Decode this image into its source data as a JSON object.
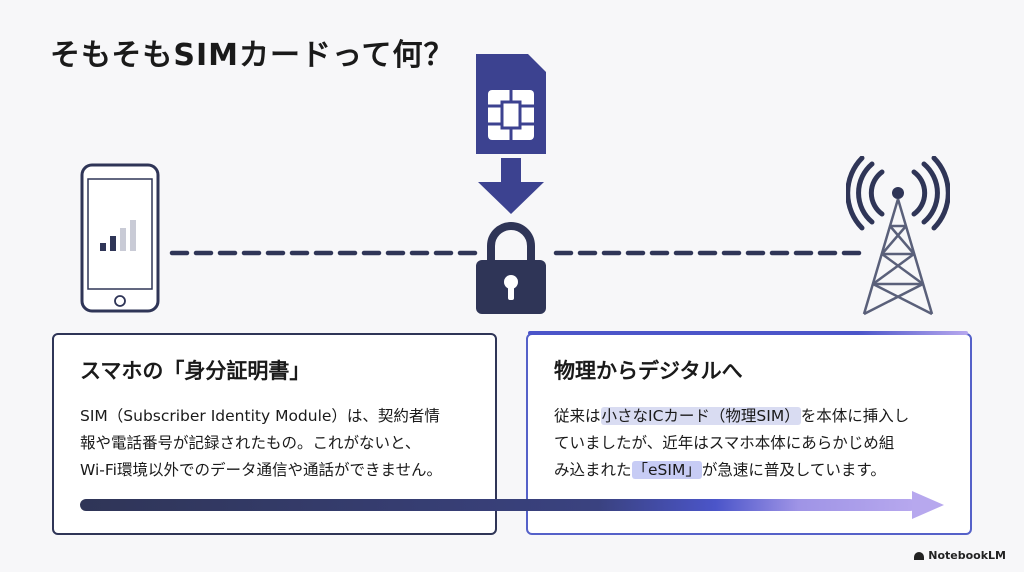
{
  "title": "そもそもSIMカードって何？",
  "left_card": {
    "heading": "スマホの「身分証明書」",
    "lines": [
      "SIM（Subscriber Identity Module）は、契約者情",
      "報や電話番号が記録されたもの。これがないと、",
      "Wi-Fi環境以外でのデータ通信や通話ができません。"
    ]
  },
  "right_card": {
    "heading": "物理からデジタルへ",
    "line1_a": "従来は",
    "line1_hl": "小さなICカード（物理SIM）",
    "line1_b": "を本体に挿入し",
    "line2": "ていましたが、近年はスマホ本体にあらかじめ組",
    "line3_a": "み込まれた",
    "line3_hl": "「eSIM」",
    "line3_b": "が急速に普及しています。"
  },
  "icons": {
    "phone": "smartphone-icon",
    "signal": "signal-bars-icon",
    "sim": "sim-card-icon",
    "arrow": "arrow-down-icon",
    "lock": "padlock-icon",
    "tower": "cell-tower-icon"
  },
  "colors": {
    "navy": "#2f3557",
    "indigo": "#3c4290",
    "blue": "#4b55c9",
    "lavender": "#b7a8ee"
  },
  "brand": "NotebookLM"
}
